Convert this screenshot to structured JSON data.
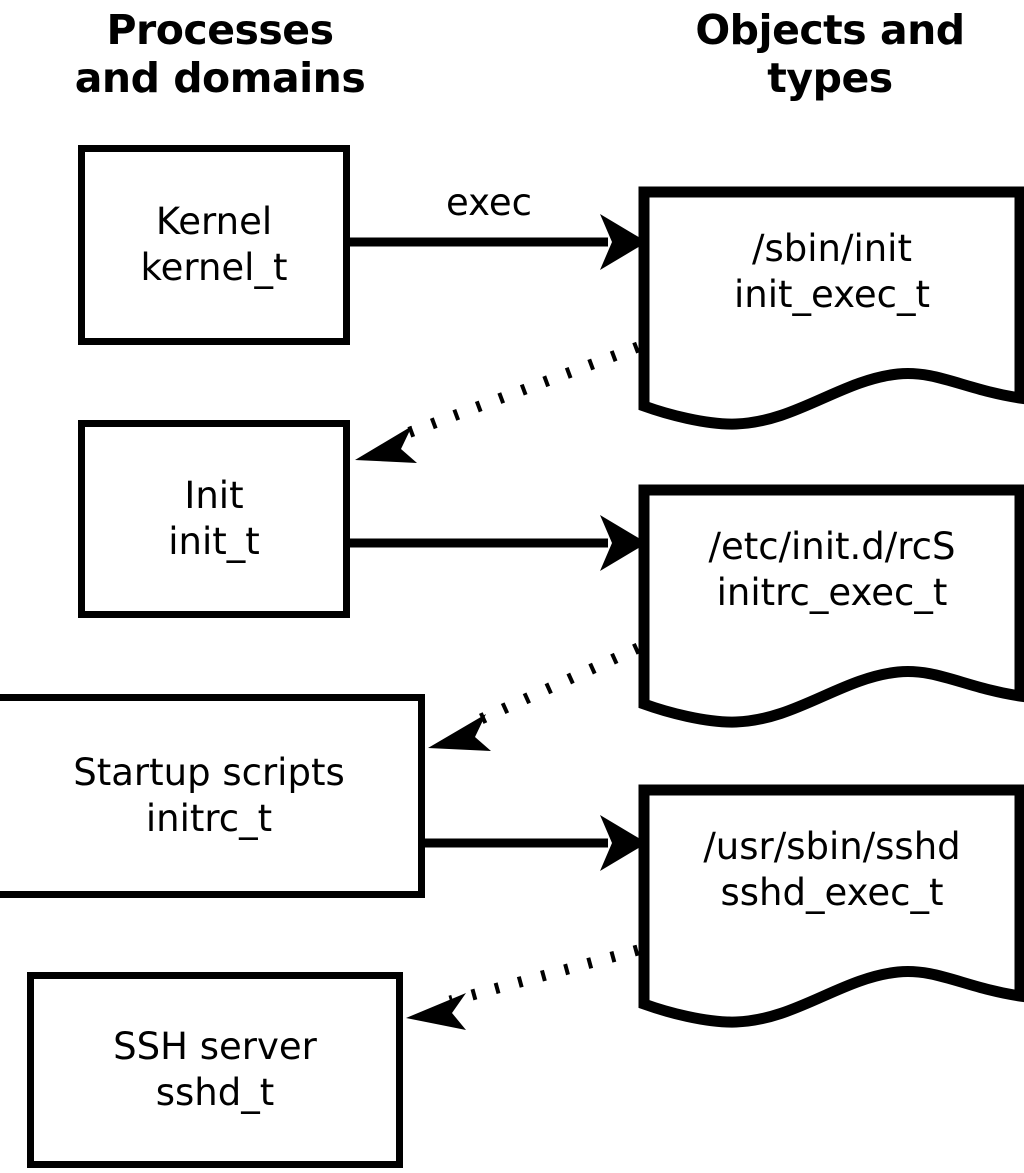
{
  "diagram": {
    "columns": {
      "left_title": "Processes\nand domains",
      "right_title": "Objects and\ntypes"
    },
    "processes": [
      {
        "name": "Kernel",
        "type": "kernel_t"
      },
      {
        "name": "Init",
        "type": "init_t"
      },
      {
        "name": "Startup scripts",
        "type": "initrc_t"
      },
      {
        "name": "SSH server",
        "type": "sshd_t"
      }
    ],
    "objects": [
      {
        "path": "/sbin/init",
        "type": "init_exec_t"
      },
      {
        "path": "/etc/init.d/rcS",
        "type": "initrc_exec_t"
      },
      {
        "path": "/usr/sbin/sshd",
        "type": "sshd_exec_t"
      }
    ],
    "edges": [
      {
        "label": "exec",
        "style": "solid",
        "from": "Kernel",
        "to": "/sbin/init"
      },
      {
        "label": "",
        "style": "dotted",
        "from": "/sbin/init",
        "to": "Init"
      },
      {
        "label": "",
        "style": "solid",
        "from": "Init",
        "to": "/etc/init.d/rcS"
      },
      {
        "label": "",
        "style": "dotted",
        "from": "/etc/init.d/rcS",
        "to": "Startup scripts"
      },
      {
        "label": "",
        "style": "solid",
        "from": "Startup scripts",
        "to": "/usr/sbin/sshd"
      },
      {
        "label": "",
        "style": "dotted",
        "from": "/usr/sbin/sshd",
        "to": "SSH server"
      }
    ],
    "colors": {
      "stroke": "#000000",
      "fill": "#ffffff",
      "background": "#ffffff"
    }
  }
}
